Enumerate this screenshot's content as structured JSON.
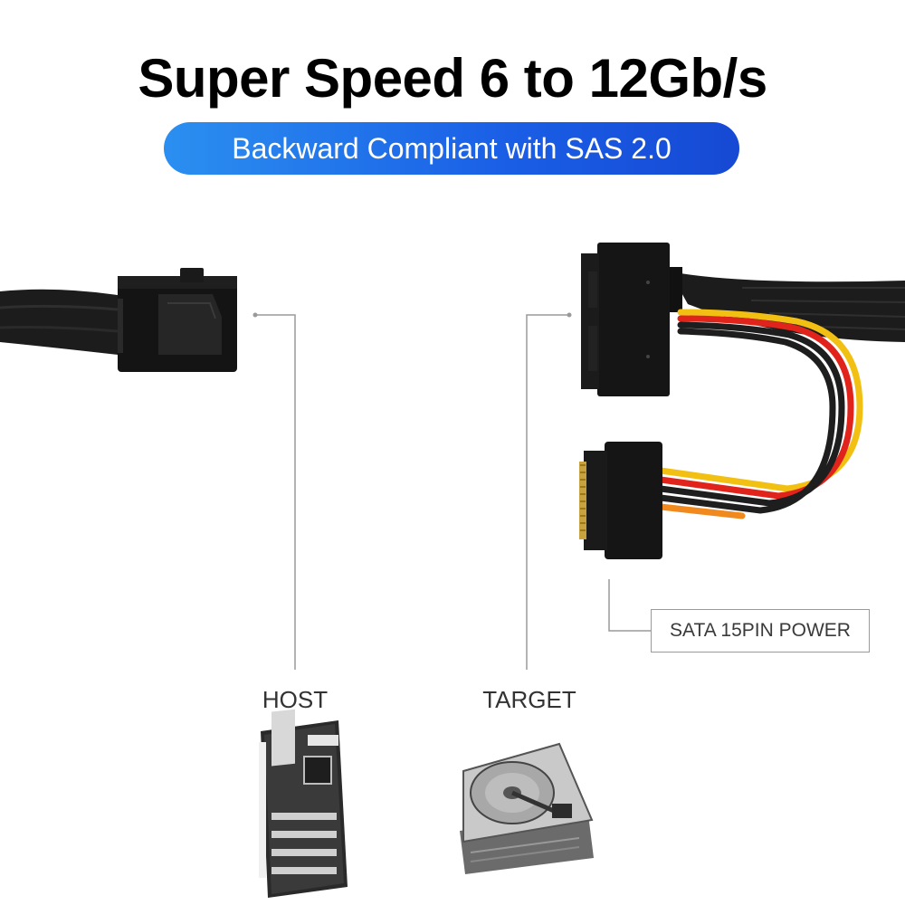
{
  "header": {
    "title": "Super Speed 6 to 12Gb/s",
    "subtitle": "Backward Compliant with SAS 2.0"
  },
  "labels": {
    "host": "HOST",
    "target": "TARGET",
    "power": "SATA 15PIN POWER"
  },
  "icons": {
    "host": "motherboard-icon",
    "target": "hard-drive-icon"
  },
  "colors": {
    "pill_start": "#2b8ff0",
    "pill_end": "#1649d4",
    "cable": "#1c1c1c",
    "wire_red": "#e0241c",
    "wire_yellow": "#f2c012",
    "wire_orange": "#f08a1e",
    "callout_line": "#9a9a9a"
  }
}
